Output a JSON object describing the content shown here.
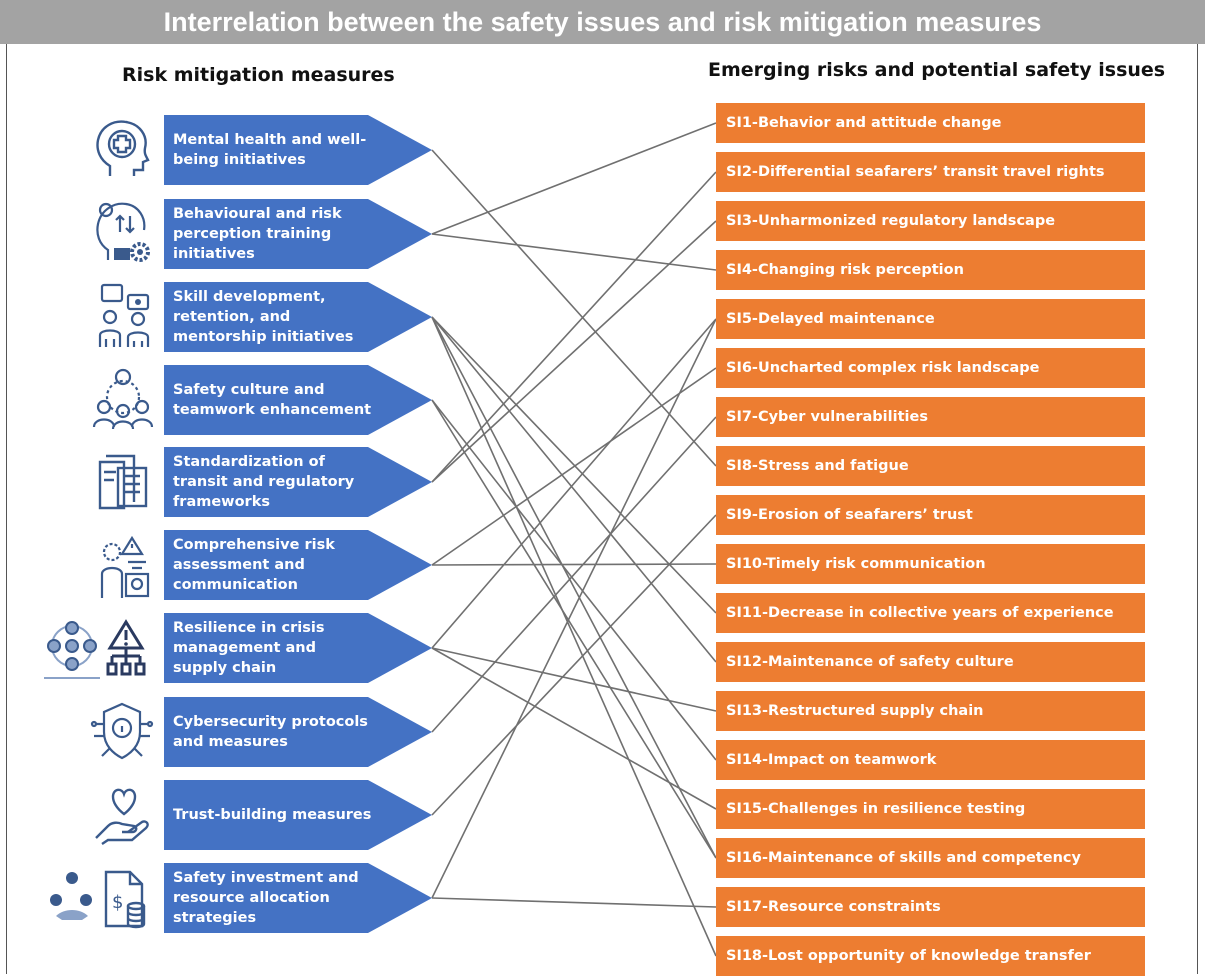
{
  "title": "Interrelation between the safety issues and risk mitigation measures",
  "left_heading": "Risk mitigation measures",
  "right_heading": "Emerging risks and potential safety issues",
  "colors": {
    "title_bar": "#a3a3a3",
    "measure_arrow": "#4472c4",
    "issue_box": "#ed7d31",
    "connector": "#707070",
    "icon_stroke": "#3a5a8c"
  },
  "measures": [
    {
      "label": "Mental health and well-being initiatives",
      "icon": "mental-health-head-icon"
    },
    {
      "label": "Behavioural and risk perception training initiatives",
      "icon": "behaviour-head-gears-icon"
    },
    {
      "label": "Skill development, retention, and mentorship initiatives",
      "icon": "mentorship-people-icon"
    },
    {
      "label": "Safety culture and teamwork enhancement",
      "icon": "teamwork-people-circle-icon"
    },
    {
      "label": "Standardization of transit and regulatory frameworks",
      "icon": "regulatory-document-icon"
    },
    {
      "label": "Comprehensive risk assessment and communication",
      "icon": "risk-assessment-person-icon"
    },
    {
      "label": "Resilience in crisis management and supply chain",
      "icon": "supply-chain-warning-icon"
    },
    {
      "label": "Cybersecurity protocols and measures",
      "icon": "cyber-shield-lock-icon"
    },
    {
      "label": "Trust-building measures",
      "icon": "trust-hand-heart-icon"
    },
    {
      "label": "Safety investment and resource allocation strategies",
      "icon": "investment-coins-icon"
    }
  ],
  "issues": [
    "SI1-Behavior and attitude change",
    "SI2-Differential seafarers’ transit travel rights",
    "SI3-Unharmonized regulatory landscape",
    "SI4-Changing risk perception",
    "SI5-Delayed maintenance",
    "SI6-Uncharted complex risk landscape",
    "SI7-Cyber vulnerabilities",
    "SI8-Stress and fatigue",
    "SI9-Erosion of seafarers’ trust",
    "SI10-Timely risk communication",
    "SI11-Decrease in collective years of experience",
    "SI12-Maintenance of safety culture",
    "SI13-Restructured supply chain",
    "SI14-Impact on teamwork",
    "SI15-Challenges in resilience testing",
    "SI16-Maintenance of skills and competency",
    "SI17-Resource constraints",
    "SI18-Lost opportunity of knowledge transfer"
  ],
  "links": [
    {
      "measure": 0,
      "issue": 7
    },
    {
      "measure": 1,
      "issue": 0
    },
    {
      "measure": 1,
      "issue": 3
    },
    {
      "measure": 2,
      "issue": 10
    },
    {
      "measure": 2,
      "issue": 11
    },
    {
      "measure": 2,
      "issue": 15
    },
    {
      "measure": 2,
      "issue": 17
    },
    {
      "measure": 3,
      "issue": 13
    },
    {
      "measure": 3,
      "issue": 15
    },
    {
      "measure": 4,
      "issue": 1
    },
    {
      "measure": 4,
      "issue": 2
    },
    {
      "measure": 5,
      "issue": 5
    },
    {
      "measure": 5,
      "issue": 9
    },
    {
      "measure": 6,
      "issue": 12
    },
    {
      "measure": 6,
      "issue": 14
    },
    {
      "measure": 6,
      "issue": 4
    },
    {
      "measure": 7,
      "issue": 6
    },
    {
      "measure": 8,
      "issue": 8
    },
    {
      "measure": 9,
      "issue": 16
    },
    {
      "measure": 9,
      "issue": 4
    }
  ]
}
